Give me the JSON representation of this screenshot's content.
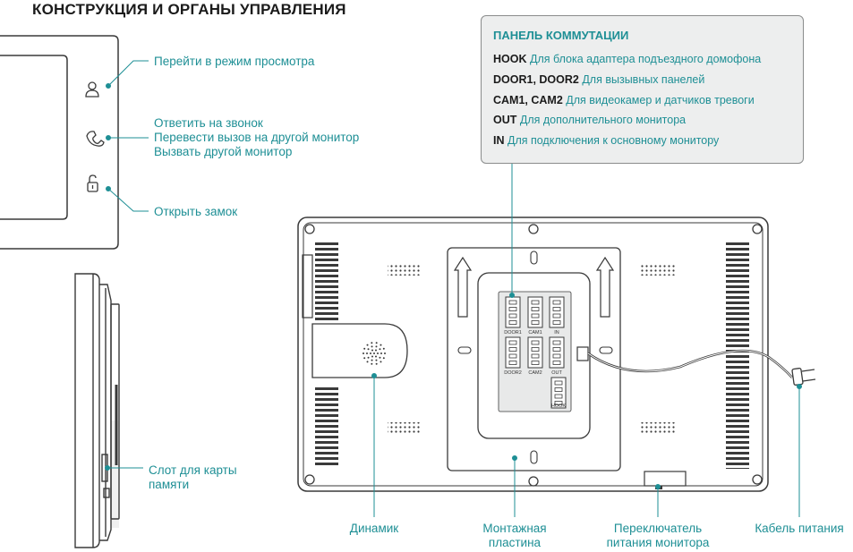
{
  "title": "КОНСТРУКЦИЯ И ОРГАНЫ УПРАВЛЕНИЯ",
  "front_labels": {
    "view": "Перейти в режим просмотра",
    "answer": [
      "Ответить на звонок",
      "Перевести вызов на другой монитор",
      "Вызвать другой монитор"
    ],
    "unlock": "Открыть замок"
  },
  "side_labels": {
    "card_slot": [
      "Слот для карты",
      "памяти"
    ]
  },
  "bottom_labels": {
    "speaker": "Динамик",
    "mount_plate": [
      "Монтажная",
      "пластина"
    ],
    "power_switch": [
      "Переключатель",
      "питания монитора"
    ],
    "power_cable": "Кабель питания"
  },
  "panel": {
    "title": "ПАНЕЛЬ КОММУТАЦИИ",
    "rows": [
      {
        "key": "HOOK",
        "value": "Для блока адаптера подъездного домофона"
      },
      {
        "key": "DOOR1, DOOR2",
        "value": "Для вызывных панелей"
      },
      {
        "key": "CAM1, CAM2",
        "value": "Для видеокамер и датчиков тревоги"
      },
      {
        "key": "OUT",
        "value": "Для дополнительного монитора"
      },
      {
        "key": "IN",
        "value": "Для подключения к основному монитору"
      }
    ]
  },
  "connector_labels": {
    "door1": "DOOR1",
    "cam1": "CAM1",
    "in": "IN",
    "door2": "DOOR2",
    "cam2": "CAM2",
    "out": "OUT",
    "hook": "HOOK"
  },
  "colors": {
    "accent": "#1e8f95",
    "outline": "#3a3a3a",
    "panel_bg": "#edeeee"
  },
  "icons": [
    "user-icon",
    "phone-icon",
    "lock-icon",
    "speaker-icon",
    "plug-icon"
  ]
}
